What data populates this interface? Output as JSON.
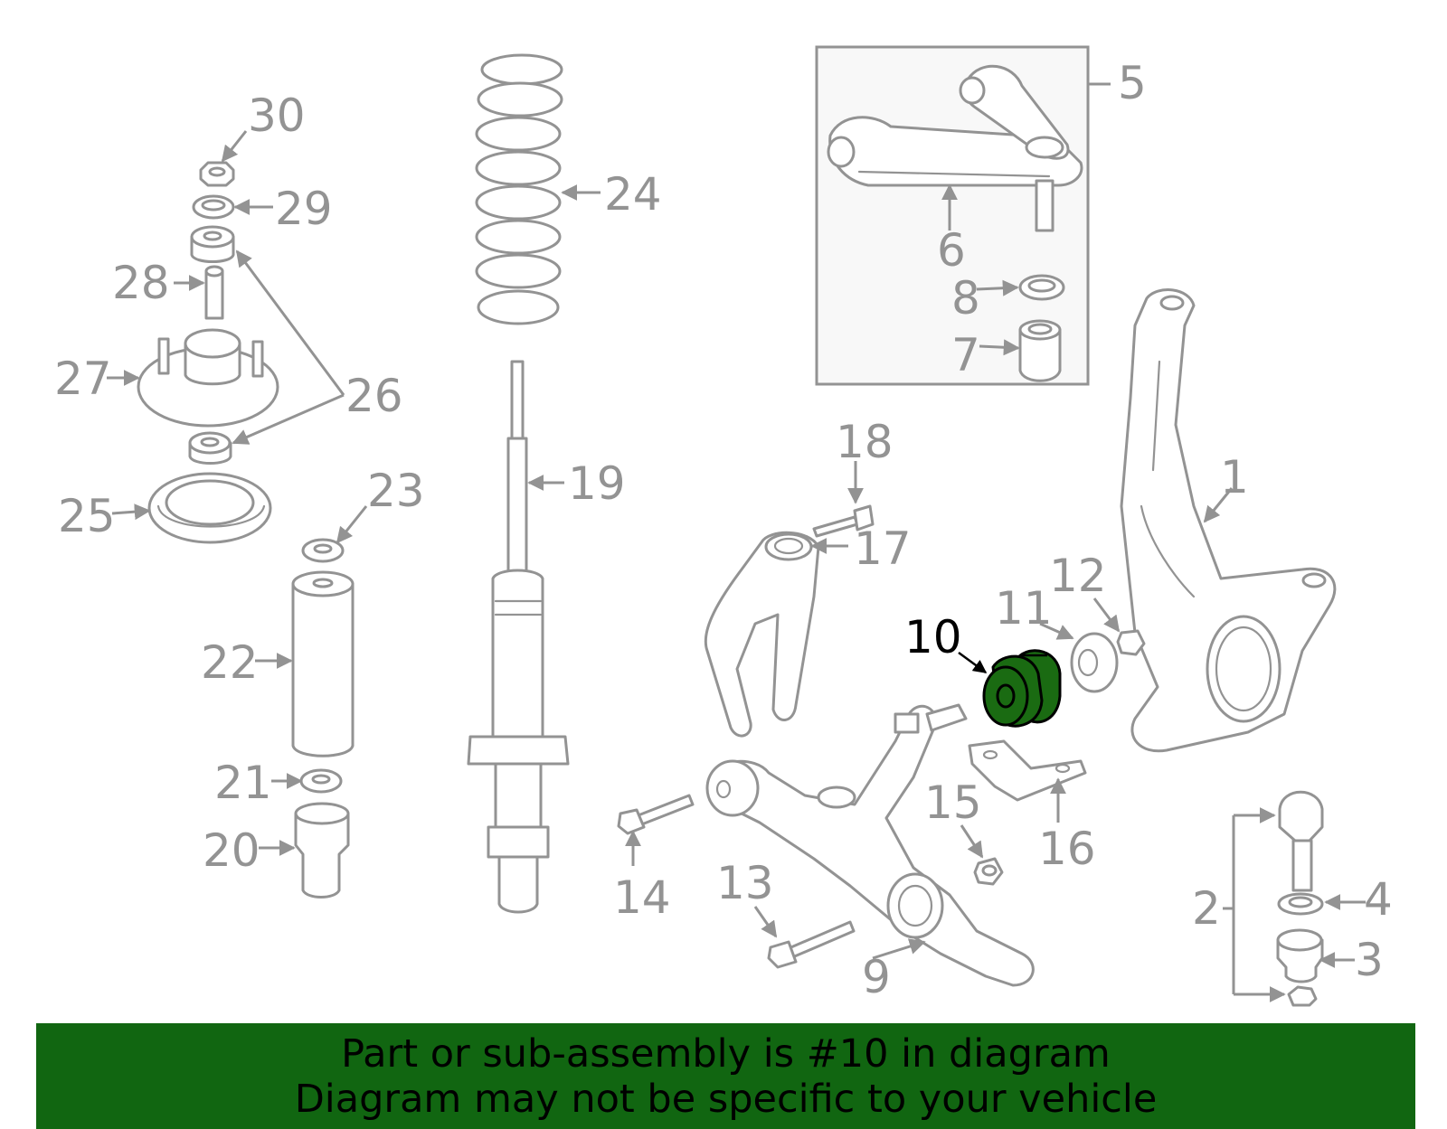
{
  "highlight": {
    "part": "10",
    "color": "#1a6b12"
  },
  "callouts": [
    "1",
    "2",
    "3",
    "4",
    "5",
    "6",
    "7",
    "8",
    "9",
    "10",
    "11",
    "12",
    "13",
    "14",
    "15",
    "16",
    "17",
    "18",
    "19",
    "20",
    "21",
    "22",
    "23",
    "24",
    "25",
    "26",
    "27",
    "28",
    "29",
    "30"
  ],
  "banner": {
    "line1": "Part or sub-assembly is #10 in diagram",
    "line2": "Diagram may not be specific to your vehicle",
    "color": "#116611"
  }
}
